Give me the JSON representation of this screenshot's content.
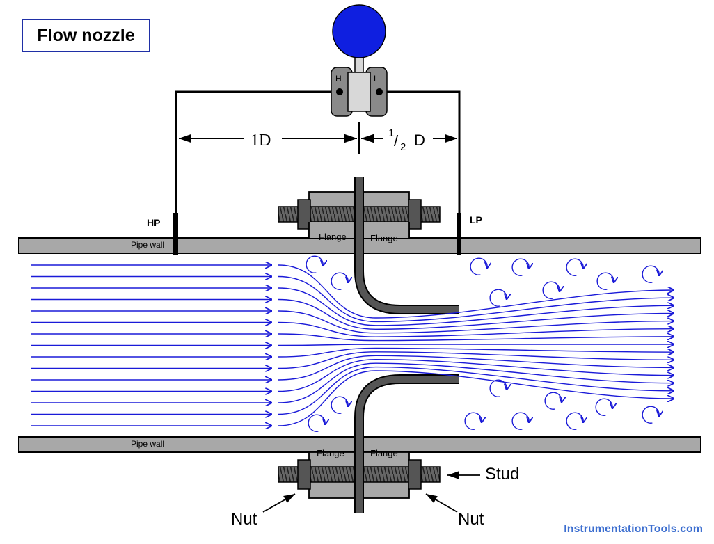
{
  "title": "Flow nozzle",
  "transmitter": {
    "high_label": "H",
    "low_label": "L",
    "gauge_color": "#0f1fe0"
  },
  "taps": {
    "high": "HP",
    "low": "LP"
  },
  "dimensions": {
    "upstream": "1D",
    "downstream_num": "1",
    "downstream_den": "2",
    "downstream_unit": "D"
  },
  "labels": {
    "pipe_wall_top": "Pipe wall",
    "pipe_wall_bottom": "Pipe wall",
    "flange_top_left": "Flange",
    "flange_top_right": "Flange",
    "flange_bottom_left": "Flange",
    "flange_bottom_right": "Flange",
    "stud": "Stud",
    "nut_left": "Nut",
    "nut_right": "Nut"
  },
  "watermark": "InstrumentationTools.com",
  "colors": {
    "flow": "#1a1ad8",
    "pipe": "#a8a8a8",
    "nozzle": "#555555"
  }
}
